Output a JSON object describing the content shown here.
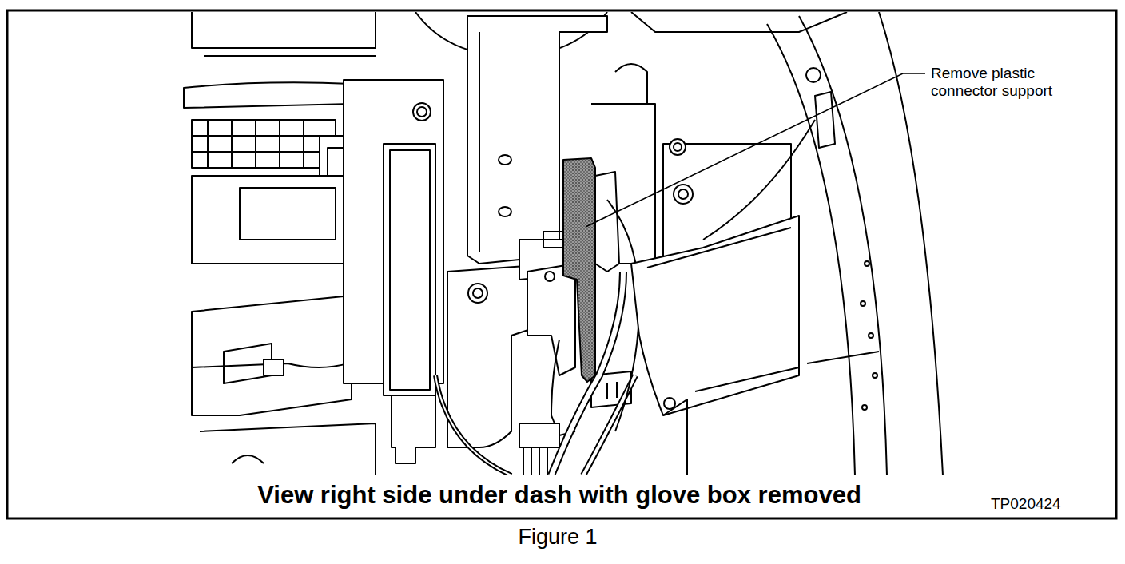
{
  "diagram": {
    "title": "View right side under dash with glove box removed",
    "caption": "Figure 1",
    "labels": [
      "Remove plastic connector support",
      "TP020424"
    ]
  }
}
